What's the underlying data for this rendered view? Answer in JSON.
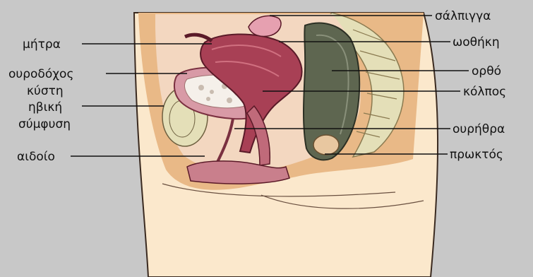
{
  "diagram": {
    "labels_left": {
      "uterus": "μήτρα",
      "bladder_line1": "ουροδόχος",
      "bladder_line2": "κύστη",
      "pubic_line1": "ηβική",
      "pubic_line2": "σύμφυση",
      "vulva": "αιδοίο"
    },
    "labels_right": {
      "fallopian_tube": "σάλπιγγα",
      "ovary": "ωοθήκη",
      "rectum": "ορθό",
      "vagina": "κόλπος",
      "urethra": "ουρήθρα",
      "anus": "πρωκτός"
    },
    "colors": {
      "background": "#c8c8c8",
      "skin": "#fbe8cc",
      "uterus": "#a84055",
      "bladder": "#d89aa6",
      "rectum": "#5e6650",
      "spine": "#e4dfb8",
      "fat": "#e9b987"
    }
  }
}
